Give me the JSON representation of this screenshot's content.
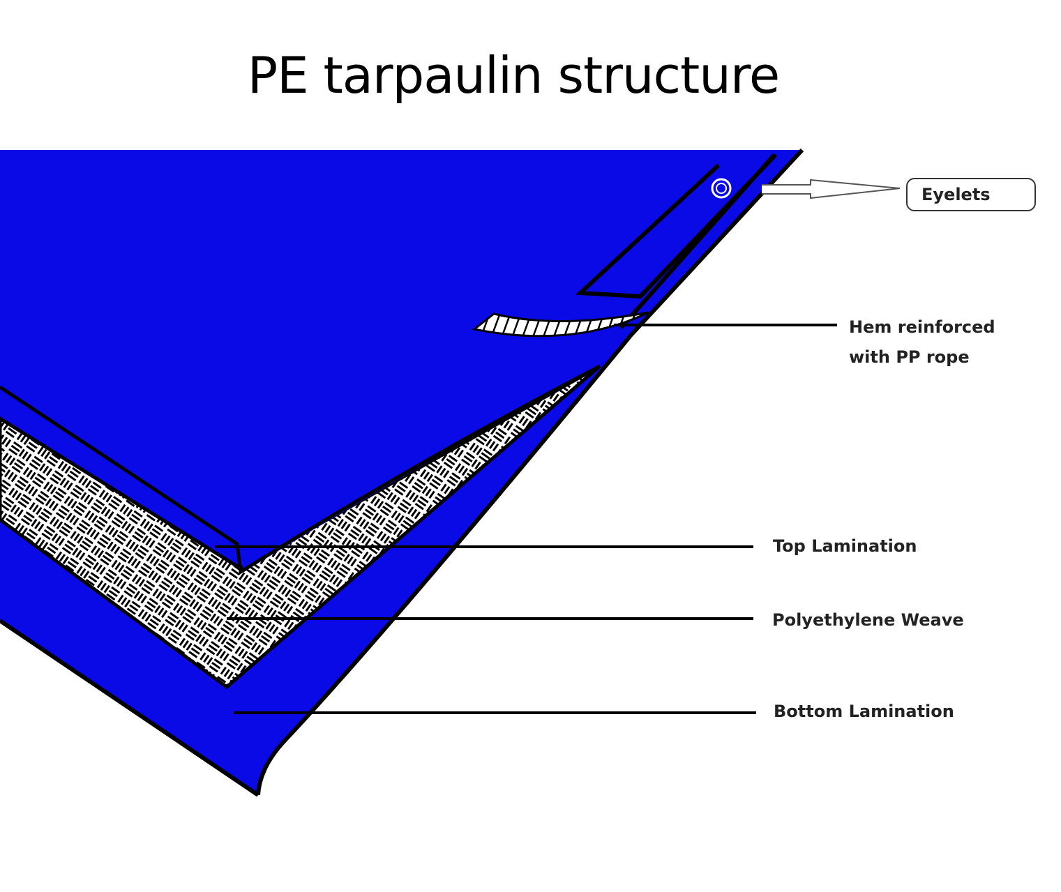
{
  "title": "PE tarpaulin structure",
  "colors": {
    "tarp": "#0a0ae6",
    "outline": "#000000",
    "weave": "#ffffff"
  },
  "labels": {
    "eyelets": "Eyelets",
    "hem_line1": "Hem reinforced",
    "hem_line2": "with PP rope",
    "top_lamination": "Top Lamination",
    "weave": "Polyethylene Weave",
    "bottom_lamination": "Bottom Lamination"
  }
}
